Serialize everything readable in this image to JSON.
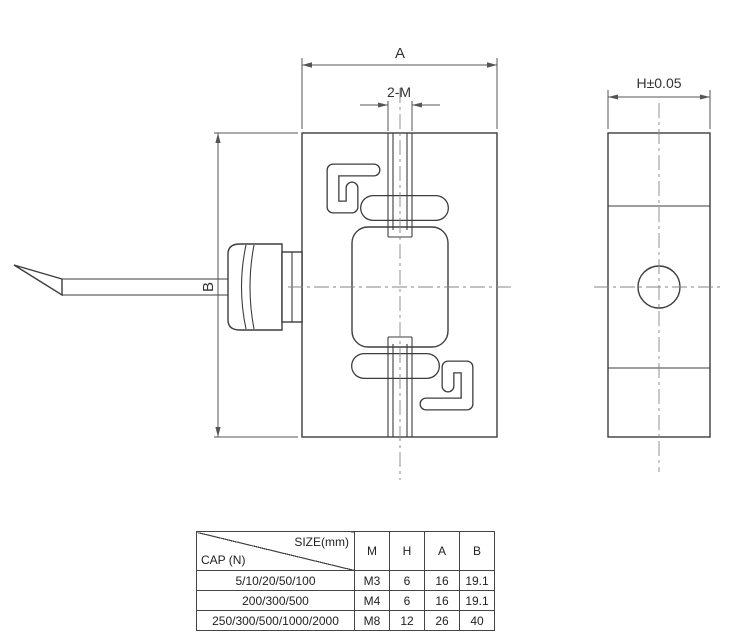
{
  "drawing": {
    "line_color": "#3d3d3d",
    "labels": {
      "dim_a": "A",
      "dim_2m": "2-M",
      "dim_b": "B",
      "dim_h": "H±0.05"
    }
  },
  "table": {
    "header": {
      "size_label": "SIZE(mm)",
      "cap_label": "CAP (N)",
      "columns": [
        "M",
        "H",
        "A",
        "B"
      ]
    },
    "rows": [
      {
        "cap": "5/10/20/50/100",
        "m": "M3",
        "h": "6",
        "a": "16",
        "b": "19.1"
      },
      {
        "cap": "200/300/500",
        "m": "M4",
        "h": "6",
        "a": "16",
        "b": "19.1"
      },
      {
        "cap": "250/300/500/1000/2000",
        "m": "M8",
        "h": "12",
        "a": "26",
        "b": "40"
      }
    ]
  }
}
